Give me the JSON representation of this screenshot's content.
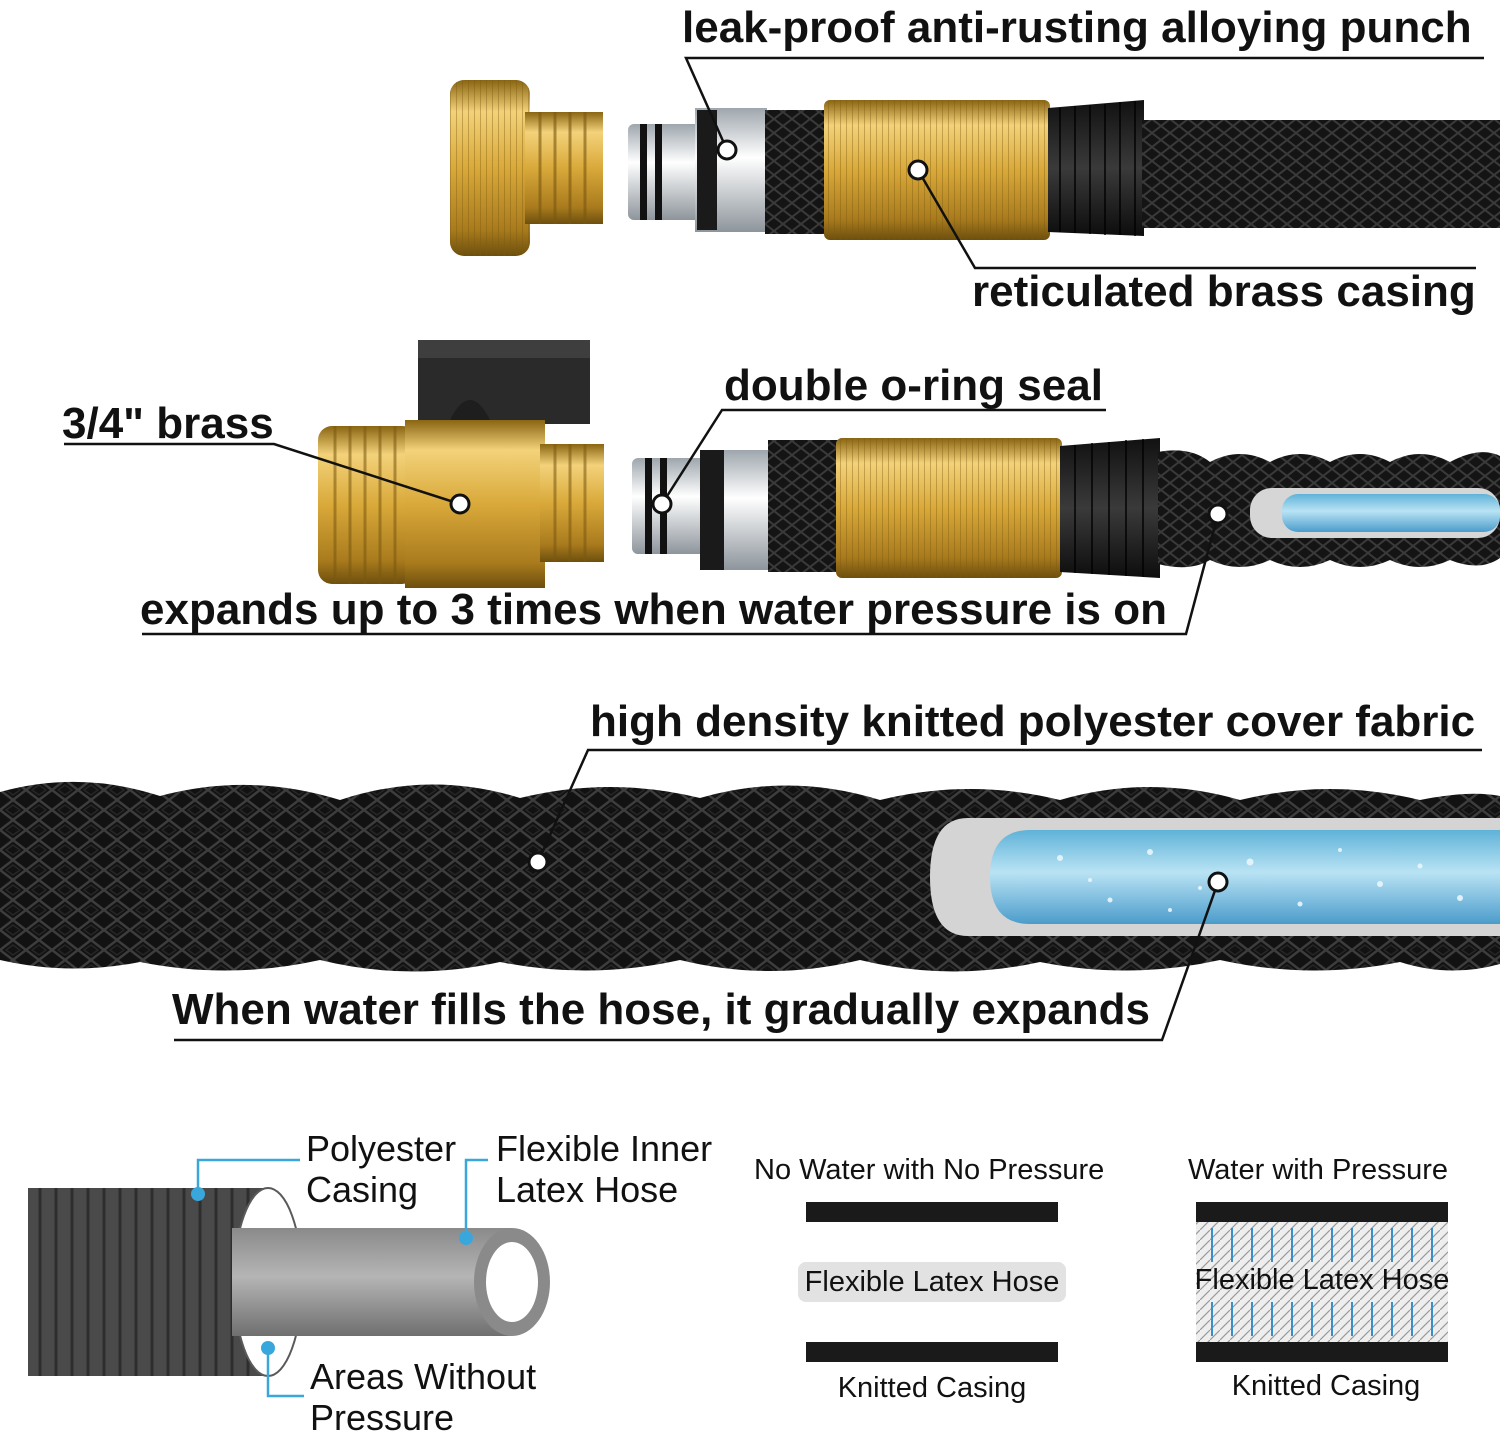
{
  "callouts": {
    "leak_proof": "leak-proof anti-rusting alloying punch",
    "brass_casing": "reticulated brass casing",
    "brass_size": "3/4\" brass",
    "o_ring": "double o-ring seal",
    "expands": "expands up to 3 times when water pressure is on",
    "fabric": "high density knitted polyester cover fabric",
    "water_fills": "When water fills the hose, it gradually expands"
  },
  "cross_section": {
    "polyester_line1": "Polyester",
    "polyester_line2": "Casing",
    "inner_line1": "Flexible Inner",
    "inner_line2": "Latex Hose",
    "areas_line1": "Areas Without",
    "areas_line2": "Pressure"
  },
  "comparison": {
    "no_water": {
      "title": "No Water with No Pressure",
      "middle": "Flexible Latex Hose",
      "bottom": "Knitted Casing"
    },
    "with_water": {
      "title": "Water with Pressure",
      "middle": "Flexible Latex Hose",
      "bottom": "Knitted Casing"
    }
  },
  "colors": {
    "brass": "#d9a93a",
    "hose_black": "#151515",
    "water_blue": "#8fcde8",
    "leader_blue": "#3aa7dc",
    "shell_gray": "#4a4a4a"
  }
}
